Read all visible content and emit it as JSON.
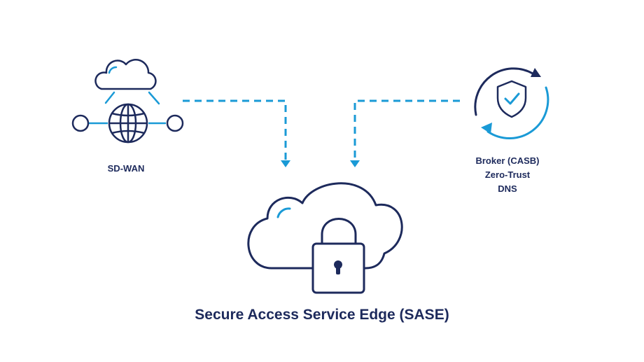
{
  "colors": {
    "navy": "#1d2a5c",
    "accent_blue": "#1a9ad6"
  },
  "icons": {
    "sdwan": [
      "cloud-icon",
      "globe-icon",
      "node-icon"
    ],
    "services": [
      "shield-check-icon",
      "refresh-arrows-icon"
    ],
    "sase": [
      "cloud-icon",
      "padlock-icon"
    ]
  },
  "sdwan": {
    "label": "SD-WAN"
  },
  "services": {
    "lines": [
      "Broker (CASB)",
      "Zero-Trust",
      "DNS"
    ]
  },
  "sase": {
    "title": "Secure Access Service Edge (SASE)"
  }
}
